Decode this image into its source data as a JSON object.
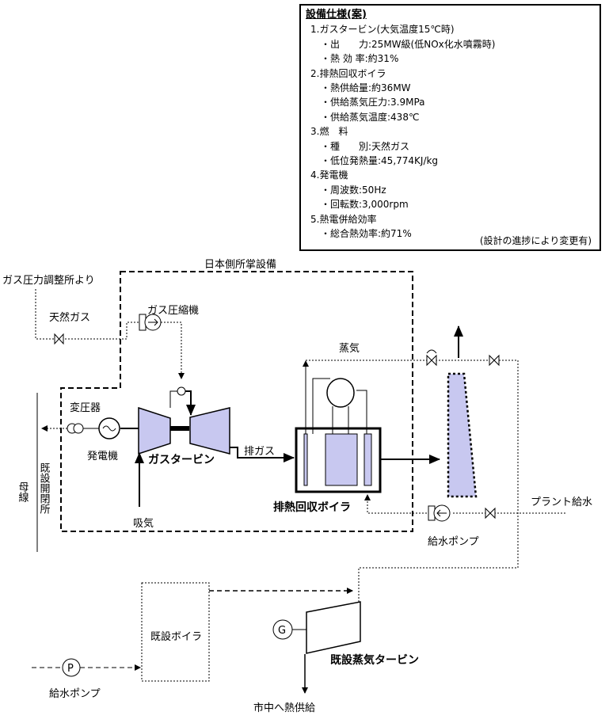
{
  "spec": {
    "title": "設備仕様(案)",
    "sections": [
      {
        "heading": "1.ガスタービン(大気温度15℃時)",
        "items": [
          "・出　　力:25MW級(低NOx化水噴霧時)",
          "・熱 効 率:約31%"
        ]
      },
      {
        "heading": "2.排熱回収ボイラ",
        "items": [
          "・熱供給量:約36MW",
          "・供給蒸気圧力:3.9MPa",
          "・供給蒸気温度:438℃"
        ]
      },
      {
        "heading": "3.燃　料",
        "items": [
          "・種　　別:天然ガス",
          "・低位発熱量:45,774KJ/kg"
        ]
      },
      {
        "heading": "4.発電機",
        "items": [
          "・周波数:50Hz",
          "・回転数:3,000rpm"
        ]
      },
      {
        "heading": "5.熱電併給効率",
        "items": [
          "・総合熱効率:約71%"
        ]
      }
    ],
    "note": "(設計の進捗により変更有)"
  },
  "labels": {
    "japan_scope": "日本側所掌設備",
    "gas_source": "ガス圧力調整所より",
    "natural_gas": "天然ガス",
    "gas_compressor": "ガス圧縮機",
    "steam": "蒸気",
    "transformer": "変圧器",
    "generator": "発電機",
    "gas_turbine": "ガスタービン",
    "exhaust_gas": "排ガス",
    "hrsg": "排熱回収ボイラ",
    "air_intake": "吸気",
    "bus": "母線",
    "existing_switchyard": "既設開閉所",
    "plant_feedwater": "プラント給水",
    "feed_pump": "給水ポンプ",
    "existing_boiler": "既設ボイラ",
    "existing_steam_turbine": "既設蒸気タービン",
    "pump_p": "P",
    "gen_g": "G",
    "feed_pump2": "給水ポンプ",
    "heat_supply": "市中へ熱供給"
  },
  "colors": {
    "equipment_fill": "#c8c8f0",
    "line": "#000000"
  }
}
